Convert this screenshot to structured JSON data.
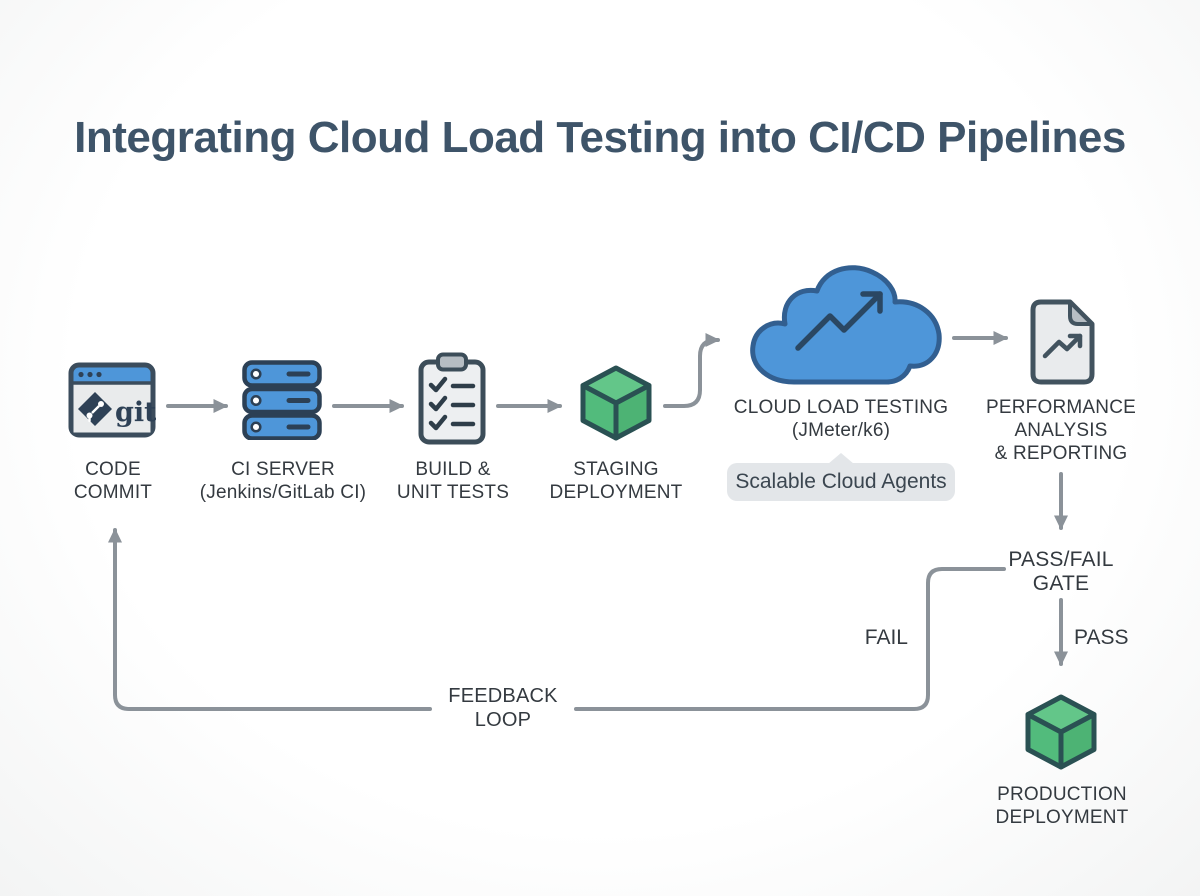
{
  "title": "Integrating Cloud Load Testing into CI/CD Pipelines",
  "nodes": {
    "code_commit": {
      "lines": [
        "CODE",
        "COMMIT"
      ]
    },
    "ci_server": {
      "lines": [
        "CI SERVER",
        "(Jenkins/GitLab CI)"
      ]
    },
    "build_unit_tests": {
      "lines": [
        "BUILD &",
        "UNIT TESTS"
      ]
    },
    "staging_deployment": {
      "lines": [
        "STAGING",
        "DEPLOYMENT"
      ]
    },
    "cloud_load_testing": {
      "lines": [
        "CLOUD LOAD TESTING",
        "(JMeter/k6)"
      ]
    },
    "performance_analysis": {
      "lines": [
        "PERFORMANCE",
        "ANALYSIS",
        "& REPORTING"
      ]
    },
    "pass_fail_gate": {
      "lines": [
        "PASS/FAIL",
        "GATE"
      ]
    },
    "production_deployment": {
      "lines": [
        "PRODUCTION",
        "DEPLOYMENT"
      ]
    }
  },
  "edges": {
    "fail_label": "FAIL",
    "pass_label": "PASS",
    "feedback_lines": [
      "FEEDBACK",
      "LOOP"
    ]
  },
  "badge": {
    "text": "Scalable Cloud Agents"
  },
  "git_logo_text": "git",
  "icons": {
    "code_commit": "git-browser-window-icon",
    "ci_server": "server-stack-icon",
    "build_unit_tests": "checklist-clipboard-icon",
    "staging_deployment": "green-cube-icon",
    "cloud_load_testing": "cloud-trend-arrow-icon",
    "performance_analysis": "report-document-icon",
    "production_deployment": "green-cube-icon"
  },
  "colors": {
    "accent_blue": "#4e96d9",
    "blue_border": "#2c4055",
    "cloud_border": "#325f90",
    "green": "#55bd7d",
    "green_border": "#2a5153",
    "arrow_gray": "#8b9299",
    "title_text": "#3e5469",
    "label_text": "#343a40",
    "badge_bg": "#e3e6e9",
    "icon_gray_fill": "#e9ebed",
    "icon_border": "#42535f"
  }
}
